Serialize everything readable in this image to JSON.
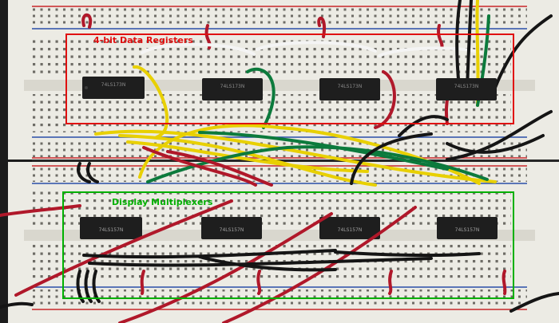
{
  "annotations": {
    "registers": {
      "label": "4-bit Data Registers",
      "color": "#e01010"
    },
    "multiplexers": {
      "label": "Display Multiplexers",
      "color": "#00b000"
    }
  },
  "chips": [
    {
      "marking": "74LS173N",
      "group": "registers"
    },
    {
      "marking": "74LS173N",
      "group": "registers"
    },
    {
      "marking": "74LS173N",
      "group": "registers"
    },
    {
      "marking": "74LS173N",
      "group": "registers"
    },
    {
      "marking": "74LS157N",
      "group": "multiplexers"
    },
    {
      "marking": "74LS157N",
      "group": "multiplexers"
    },
    {
      "marking": "74LS157N",
      "group": "multiplexers"
    },
    {
      "marking": "74LS157N",
      "group": "multiplexers"
    }
  ],
  "colors": {
    "board": "#eceae2",
    "rail_red": "#c8262a",
    "rail_blue": "#2a4ea8",
    "chip": "#1e1e1e",
    "wire_red": "#b0182a",
    "wire_yellow": "#e8d000",
    "wire_green": "#0c7a3c",
    "wire_white": "#f4f4f4",
    "wire_black": "#151515"
  }
}
